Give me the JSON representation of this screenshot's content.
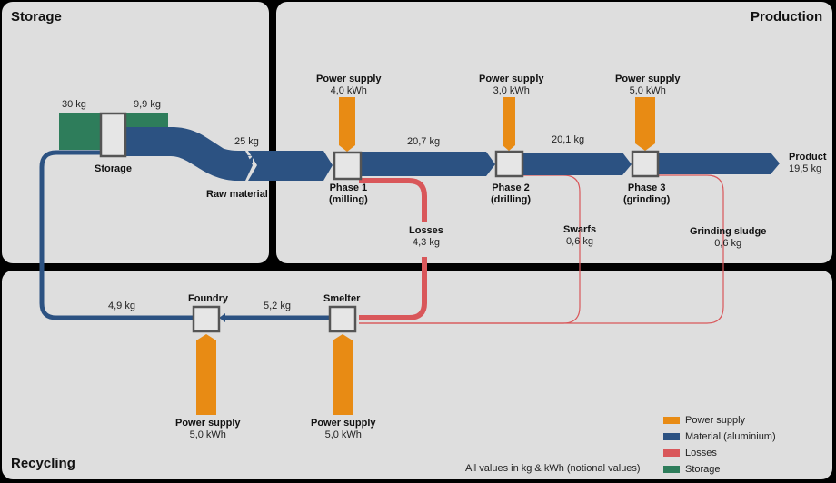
{
  "sections": {
    "storage": "Storage",
    "production": "Production",
    "recycling": "Recycling"
  },
  "colors": {
    "power": "#e88b14",
    "material": "#2c5282",
    "losses": "#d9575a",
    "storage": "#2e7d5b",
    "node_fill": "#e6e6e6",
    "node_stroke": "#555555"
  },
  "nodes": {
    "storage": {
      "label": "Storage"
    },
    "raw_material": {
      "label": "Raw material"
    },
    "phase1": {
      "label": "Phase 1",
      "sub": "(milling)"
    },
    "phase2": {
      "label": "Phase 2",
      "sub": "(drilling)"
    },
    "phase3": {
      "label": "Phase 3",
      "sub": "(grinding)"
    },
    "product": {
      "label": "Product",
      "value": "19,5 kg"
    },
    "foundry": {
      "label": "Foundry"
    },
    "smelter": {
      "label": "Smelter"
    }
  },
  "flows": {
    "storage_in": "30 kg",
    "storage_out": "9,9 kg",
    "raw": "25 kg",
    "p1_p2": "20,7 kg",
    "p2_p3": "20,1 kg",
    "smelter_foundry": "5,2 kg",
    "foundry_storage": "4,9 kg"
  },
  "losses": {
    "losses": {
      "label": "Losses",
      "value": "4,3 kg"
    },
    "swarfs": {
      "label": "Swarfs",
      "value": "0,6 kg"
    },
    "sludge": {
      "label": "Grinding sludge",
      "value": "0,6 kg"
    }
  },
  "power": {
    "phase1": {
      "label": "Power supply",
      "value": "4,0 kWh"
    },
    "phase2": {
      "label": "Power supply",
      "value": "3,0 kWh"
    },
    "phase3": {
      "label": "Power supply",
      "value": "5,0 kWh"
    },
    "foundry": {
      "label": "Power supply",
      "value": "5,0 kWh"
    },
    "smelter": {
      "label": "Power supply",
      "value": "5,0 kWh"
    }
  },
  "legend": [
    {
      "label": "Power supply",
      "color": "#e88b14"
    },
    {
      "label": "Material (aluminium)",
      "color": "#2c5282"
    },
    {
      "label": "Losses",
      "color": "#d9575a"
    },
    {
      "label": "Storage",
      "color": "#2e7d5b"
    }
  ],
  "note": "All values in kg & kWh (notional values)"
}
